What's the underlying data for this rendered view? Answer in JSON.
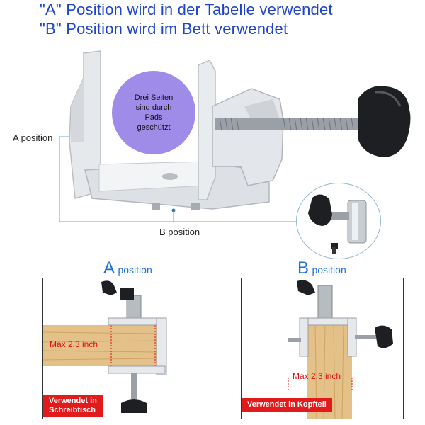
{
  "header": {
    "line1": "\"A\" Position wird in der Tabelle verwendet",
    "line2": "\"B\" Position wird im Bett verwendet"
  },
  "callout": {
    "line1": "Drei Seiten",
    "line2": "sind durch",
    "line3": "Pads",
    "line4": "geschützt"
  },
  "labels": {
    "a_position": "A position",
    "b_position": "B position"
  },
  "panel_a": {
    "letter": "A",
    "word": "position",
    "max_label": "Max 2.3 inch",
    "tag": "Verwendet in\nSchreibtisch"
  },
  "panel_b": {
    "letter": "B",
    "word": "position",
    "max_label": "Max 2.3 inch",
    "tag": "Verwendet in Kopfteil"
  },
  "colors": {
    "header_blue": "#1f44c9",
    "sub_blue": "#1f6fd8",
    "bubble_purple": "#9f8be8",
    "tag_red": "#e11b1b",
    "wood": "#e3c188"
  }
}
